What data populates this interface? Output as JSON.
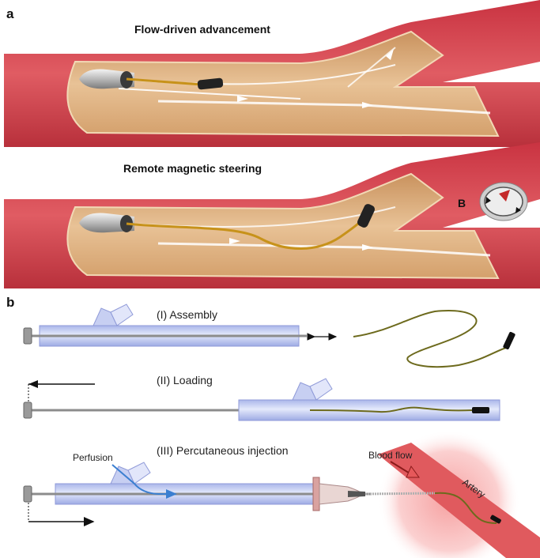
{
  "panel_a": {
    "letter": "a",
    "top_title": "Flow-driven advancement",
    "bottom_title": "Remote magnetic steering",
    "field_label": "B"
  },
  "panel_b": {
    "letter": "b",
    "step1": "(I) Assembly",
    "step2": "(II) Loading",
    "step3": "(III) Percutaneous injection",
    "perfusion_label": "Perfusion",
    "blood_flow_label": "Blood flow",
    "artery_label": "Artery"
  },
  "colors": {
    "vessel_wall": "#d8424c",
    "vessel_lumen": "#d9ab78",
    "lumen_light": "#f2d8b5",
    "tube": "#b8c4ee",
    "wire": "#6d6a1d",
    "perfusion": "#3b7fd1",
    "artery": "#e05a5e"
  }
}
